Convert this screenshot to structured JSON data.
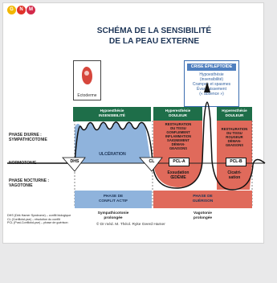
{
  "logo": {
    "letters": [
      "G",
      "N",
      "M"
    ]
  },
  "title": {
    "line1": "SCHÉMA DE LA SENSIBILITÉ",
    "line2": "DE LA PEAU EXTERNE"
  },
  "embryo": {
    "label": "Ectoderme"
  },
  "crise": {
    "title": "CRISE ÉPILEPTOÏDE",
    "lines": [
      "Hypoesthésie",
      "(insensibilité)",
      "Crampes et spasmes",
      "Évanouissement",
      "(« absence »)"
    ]
  },
  "left_labels": {
    "phase_diurne": [
      "PHASE DIURNE :",
      "SYMPATHICOTONIE"
    ],
    "normotonie": "NORMOTONIE",
    "phase_nocturne": [
      "PHASE NOCTURNE :",
      "VAGOTONIE"
    ]
  },
  "headers": {
    "hypo": [
      "Hypoesthésie",
      "INSENSIBILITÉ"
    ],
    "hyper1": [
      "Hyperesthésie",
      "DOULEUR"
    ],
    "hyper2": [
      "Hyperesthésie",
      "DOULEUR"
    ]
  },
  "curve": {
    "dhs": "DHS",
    "ulceration": "ULCÉRATION",
    "cl": "CL",
    "pcla": "PCL-A",
    "pclb": "PCL-B",
    "restoration1": [
      "RESTAURATION",
      "DU TISSU",
      "GONFLEMENT",
      "INFLAMMATION",
      "SAIGNEMENT",
      "DÉMAN-",
      "GEAISONS"
    ],
    "restoration2": [
      "RESTAURATION",
      "DU TISSU",
      "ROUGEUR",
      "DÉMAN-",
      "GEAISONS"
    ],
    "exsudation": [
      "Exsudation",
      "ŒDÈME"
    ],
    "cicatrisation": [
      "Cicatri-",
      "sation"
    ]
  },
  "phases": {
    "conflit": [
      "PHASE DE",
      "CONFLIT ACTIF"
    ],
    "guerison": [
      "PHASE DE",
      "GUÉRISON"
    ],
    "sympa": [
      "Sympathicotonie",
      "prolongée"
    ],
    "vago": [
      "Vagotonie",
      "prolongée"
    ]
  },
  "legend": [
    "DHS (Dirk Hamer Syndrome) – conflit biologique",
    "CL (ConflictoLyse) – résolution du conflit",
    "PCL (Post-ConflictoLyse) – phase de guérison"
  ],
  "copyright": "© Dr méd. M. Théol. Ryke Geerd Hamer",
  "colors": {
    "green": "#1e6e49",
    "blue": "#8fb3dc",
    "red": "#e06a5b",
    "navy": "#1d3557",
    "logo": [
      "#f2b700",
      "#e0332a",
      "#d32a4a"
    ]
  }
}
